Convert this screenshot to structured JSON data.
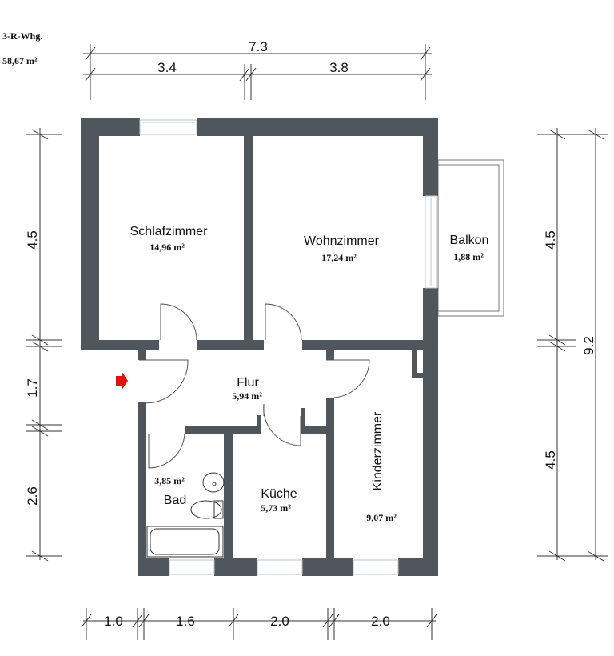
{
  "header": {
    "type": "3-R-Whg.",
    "total_area": "58,67 m²"
  },
  "rooms": {
    "schlafzimmer": {
      "name": "Schlafzimmer",
      "area": "14,96 m²"
    },
    "wohnzimmer": {
      "name": "Wohnzimmer",
      "area": "17,24 m²"
    },
    "balkon": {
      "name": "Balkon",
      "area": "1,88 m²"
    },
    "flur": {
      "name": "Flur",
      "area": "5,94 m²"
    },
    "bad": {
      "name": "Bad",
      "area": "3,85 m²"
    },
    "kueche": {
      "name": "Küche",
      "area": "5,73 m²"
    },
    "kinderzimmer": {
      "name": "Kinderzimmer",
      "area": "9,07 m²"
    }
  },
  "dimensions": {
    "top_total": "7.3",
    "top": [
      "3.4",
      "3.8"
    ],
    "left": [
      "4.5",
      "1.7",
      "2.6"
    ],
    "right": [
      "4.5",
      "4.5"
    ],
    "right_total": "9.2",
    "bottom": [
      "1.0",
      "1.6",
      "2.0",
      "2.0"
    ]
  },
  "colors": {
    "wall": "#4f565c",
    "entrance_arrow": "#e01010"
  }
}
